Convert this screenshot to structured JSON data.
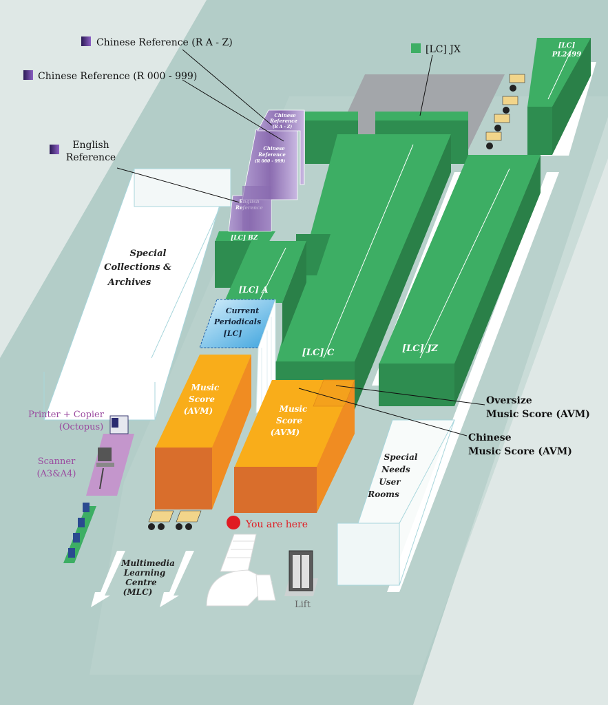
{
  "labels": {
    "chinese_ref_ra_z": "Chinese Reference (R A - Z)",
    "chinese_ref_r000": "Chinese Reference (R 000 - 999)",
    "english_ref_line1": "English",
    "english_ref_line2": "Reference",
    "lc_jx": "[LC] JX",
    "lc_pl2499_line1": "[LC]",
    "lc_pl2499_line2": "PL2499",
    "lc_bz": "[LC] BZ",
    "lc_a": "[LC] A",
    "lc_c": "[LC] C",
    "lc_jz": "[LC] JZ",
    "current_periodicals_line1": "Current",
    "current_periodicals_line2": "Periodicals",
    "current_periodicals_line3": "[LC]",
    "special_collections_line1": "Special",
    "special_collections_line2": "Collections &",
    "special_collections_line3": "Archives",
    "music_score_1_line1": "Music",
    "music_score_1_line2": "Score",
    "music_score_1_line3": "(AVM)",
    "music_score_2_line1": "Music",
    "music_score_2_line2": "Score",
    "music_score_2_line3": "(AVM)",
    "oversize_line1": "Oversize",
    "oversize_line2": "Music Score (AVM)",
    "chinese_music_line1": "Chinese",
    "chinese_music_line2": "Music Score (AVM)",
    "special_needs_line1": "Special",
    "special_needs_line2": "Needs",
    "special_needs_line3": "User",
    "special_needs_line4": "Rooms",
    "printer_line1": "Printer + Copier",
    "printer_line2": "(Octopus)",
    "scanner_line1": "Scanner",
    "scanner_line2": "(A3&A4)",
    "mlc_line1": "Multimedia",
    "mlc_line2": "Learning",
    "mlc_line3": "Centre",
    "mlc_line4": "(MLC)",
    "you_are_here": "You are here",
    "lift": "Lift",
    "tiny_ra_z_1": "Chinese",
    "tiny_ra_z_2": "Reference",
    "tiny_ra_z_3": "(R A - Z)",
    "tiny_r000_1": "Chinese",
    "tiny_r000_2": "Reference",
    "tiny_r000_3": "(R 000 - 999)",
    "tiny_eng_1": "English",
    "tiny_eng_2": "Reference"
  },
  "colors": {
    "green_top": "#3dae64",
    "green_front": "#2e8d50",
    "orange_top": "#f9ad1a",
    "orange_front": "#d96e2c",
    "purple": "#8b6cb0",
    "you_are_here": "#e01b22",
    "floor": "#b3cdc8"
  }
}
